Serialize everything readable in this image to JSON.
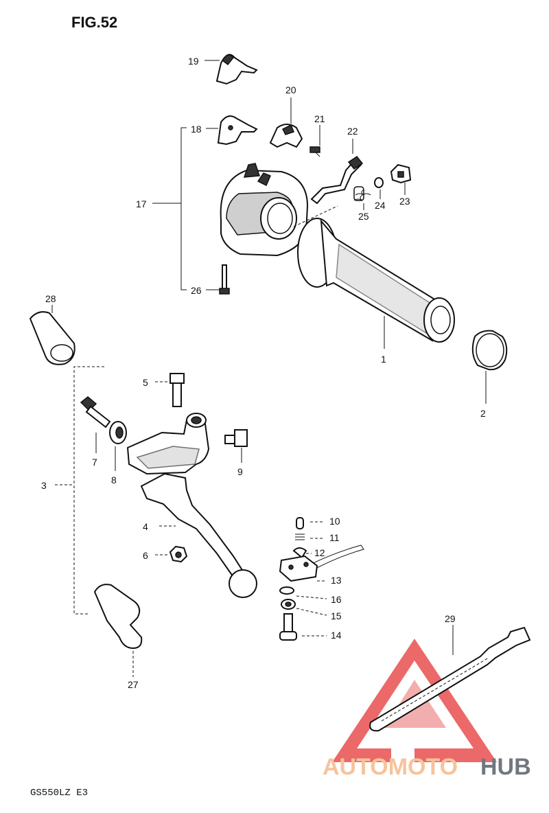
{
  "figure": {
    "title": "FIG.52",
    "footer": "GS550LZ E3"
  },
  "watermark": {
    "brand_a": "AUTOMOTO",
    "brand_b": "HUB",
    "triangle_color": "#e85050",
    "text_color_a": "#f6b98a",
    "text_color_b": "#5a5f6a"
  },
  "callouts": {
    "c1": "1",
    "c2": "2",
    "c3": "3",
    "c4": "4",
    "c5": "5",
    "c6": "6",
    "c7": "7",
    "c8": "8",
    "c9": "9",
    "c10": "10",
    "c11": "11",
    "c12": "12",
    "c13": "13",
    "c14": "14",
    "c15": "15",
    "c16": "16",
    "c17": "17",
    "c18": "18",
    "c19": "19",
    "c20": "20",
    "c21": "21",
    "c22": "22",
    "c23": "23",
    "c24": "24",
    "c25": "25",
    "c26": "26",
    "c27": "27",
    "c28": "28",
    "c29": "29"
  }
}
